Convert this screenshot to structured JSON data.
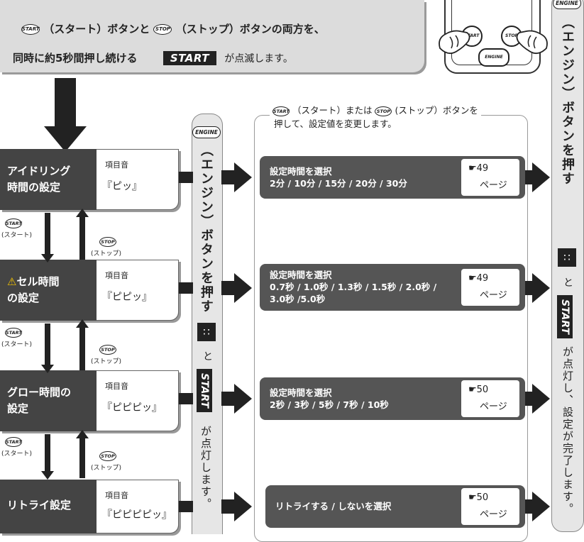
{
  "top": {
    "start_pill": "START",
    "start_paren": "（スタート）ボタンと",
    "stop_pill": "STOP",
    "stop_paren": "（ストップ）ボタンの両方を、",
    "line2_a": "同時に約5秒間押し続ける",
    "start_badge": "START",
    "line2_b": "が点滅します。"
  },
  "remote": {
    "start": "START",
    "stop": "STOP",
    "engine": "ENGINE"
  },
  "bar_left": {
    "engine": "ENGINE",
    "text1": "（エンジン）ボタンを押す",
    "and": "と",
    "start": "START",
    "text2": "が点灯します。"
  },
  "bar_right": {
    "engine": "ENGINE",
    "text1": "（エンジン）ボタンを押す",
    "and": "と",
    "start": "START",
    "text2": "が点灯し、設定が完了します。"
  },
  "instruction": {
    "start_pill": "START",
    "part1": "（スタート）または",
    "stop_pill": "STOP",
    "part2": "(ストップ）ボタンを",
    "line2": "押して、設定値を変更します。"
  },
  "nav": {
    "start_pill": "START",
    "start_lbl": "(スタート)",
    "stop_pill": "STOP",
    "stop_lbl": "(ストップ)"
  },
  "steps": [
    {
      "label1": "アイドリング",
      "label2": "時間の設定",
      "sound_h": "項目音",
      "sound": "『ピッ』"
    },
    {
      "label1": "セル時間",
      "label2": "の設定",
      "sound_h": "項目音",
      "sound": "『ピピッ』"
    },
    {
      "label1": "グロー時間の",
      "label2": "設定",
      "sound_h": "項目音",
      "sound": "『ピピピッ』"
    },
    {
      "label1": "リトライ設定",
      "label2": "",
      "sound_h": "項目音",
      "sound": "『ピピピピッ』"
    }
  ],
  "settings": [
    {
      "line1": "設定時間を選択",
      "line2": "2分 / 10分 / 15分 / 20分 / 30分",
      "line3": "",
      "ref": "☛49",
      "page": "ページ"
    },
    {
      "line1": "設定時間を選択",
      "line2": "0.7秒 / 1.0秒 / 1.3秒 / 1.5秒 / 2.0秒 /",
      "line3": "3.0秒 /5.0秒",
      "ref": "☛49",
      "page": "ページ"
    },
    {
      "line1": "設定時間を選択",
      "line2": "2秒 / 3秒 / 5秒 / 7秒 / 10秒",
      "line3": "",
      "ref": "☛50",
      "page": "ページ"
    },
    {
      "line1": "リトライする / しないを選択",
      "line2": "",
      "line3": "",
      "ref": "☛50",
      "page": "ページ"
    }
  ]
}
